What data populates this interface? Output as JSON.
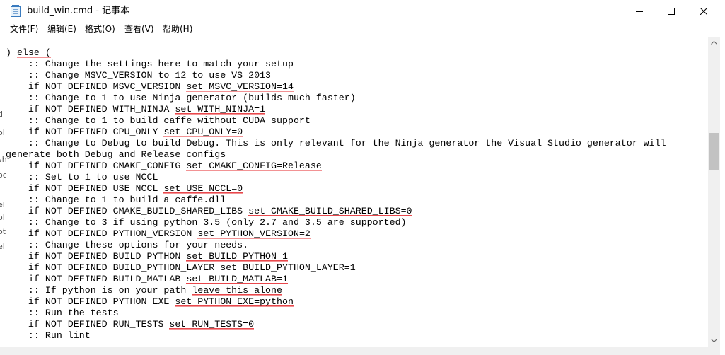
{
  "window": {
    "title": "build_win.cmd - 记事本",
    "icon": "notepad-icon",
    "controls": [
      "minimize-icon",
      "maximize-icon",
      "close-icon"
    ]
  },
  "menu": [
    "文件(F)",
    "编辑(E)",
    "格式(O)",
    "查看(V)",
    "帮助(H)"
  ],
  "left_strip": [
    "d",
    "ol",
    "sh",
    "oc",
    "el",
    "ol",
    "ot",
    "el"
  ],
  "lines": [
    [
      {
        "t": ") "
      },
      {
        "t": "else (",
        "u": true
      }
    ],
    [
      {
        "t": "    :: Change the settings here to match your setup"
      }
    ],
    [
      {
        "t": "    :: Change MSVC_VERSION to 12 to use VS 2013"
      }
    ],
    [
      {
        "t": "    if NOT DEFINED MSVC_VERSION "
      },
      {
        "t": "set MSVC_VERSION=14",
        "u": true
      }
    ],
    [
      {
        "t": "    :: Change to 1 to use Ninja generator (builds much faster)"
      }
    ],
    [
      {
        "t": "    if NOT DEFINED WITH_NINJA "
      },
      {
        "t": "set WITH_NINJA=1",
        "u": true
      }
    ],
    [
      {
        "t": "    :: Change to 1 to build caffe without CUDA support"
      }
    ],
    [
      {
        "t": "    if NOT DEFINED CPU_ONLY "
      },
      {
        "t": "set CPU_ONLY=0",
        "u": true
      }
    ],
    [
      {
        "t": "    :: Change to Debug to build Debug. This is only relevant for the Ninja generator the Visual Studio generator will"
      }
    ],
    [
      {
        "t": "generate both Debug and Release configs"
      }
    ],
    [
      {
        "t": "    if NOT DEFINED CMAKE_CONFIG "
      },
      {
        "t": "set CMAKE_CONFIG=Release",
        "u": true
      }
    ],
    [
      {
        "t": "    :: Set to 1 to use NCCL"
      }
    ],
    [
      {
        "t": "    if NOT DEFINED USE_NCCL "
      },
      {
        "t": "set USE_NCCL=0",
        "u": true
      }
    ],
    [
      {
        "t": "    :: Change to 1 to build a caffe.dll"
      }
    ],
    [
      {
        "t": "    if NOT DEFINED CMAKE_BUILD_SHARED_LIBS "
      },
      {
        "t": "set CMAKE_BUILD_SHARED_LIBS=0",
        "u": true
      }
    ],
    [
      {
        "t": "    :: Change to 3 if using python 3.5 (only 2.7 and 3.5 are supported)"
      }
    ],
    [
      {
        "t": "    if NOT DEFINED PYTHON_VERSION "
      },
      {
        "t": "set PYTHON_VERSION=2",
        "u": true
      }
    ],
    [
      {
        "t": "    :: Change these options for your needs."
      }
    ],
    [
      {
        "t": "    if NOT DEFINED BUILD_PYTHON "
      },
      {
        "t": "set BUILD_PYTHON=1",
        "u": true
      }
    ],
    [
      {
        "t": "    if NOT DEFINED BUILD_PYTHON_LAYER set BUILD_PYTHON_LAYER=1"
      }
    ],
    [
      {
        "t": "    if NOT DEFINED BUILD_MATLAB "
      },
      {
        "t": "set BUILD_MATLAB=1",
        "u": true
      }
    ],
    [
      {
        "t": "    :: If python is on your path "
      },
      {
        "t": "leave this alone",
        "u": true
      }
    ],
    [
      {
        "t": "    if NOT DEFINED PYTHON_EXE "
      },
      {
        "t": "set PYTHON_EXE=python",
        "u": true
      }
    ],
    [
      {
        "t": "    :: Run the tests"
      }
    ],
    [
      {
        "t": "    if NOT DEFINED RUN_TESTS "
      },
      {
        "t": "set RUN_TESTS=0",
        "u": true
      }
    ],
    [
      {
        "t": "    :: Run lint"
      }
    ]
  ],
  "colors": {
    "annotation_underline": "#e8474b",
    "scrollbar_thumb": "#c2c2c2"
  }
}
